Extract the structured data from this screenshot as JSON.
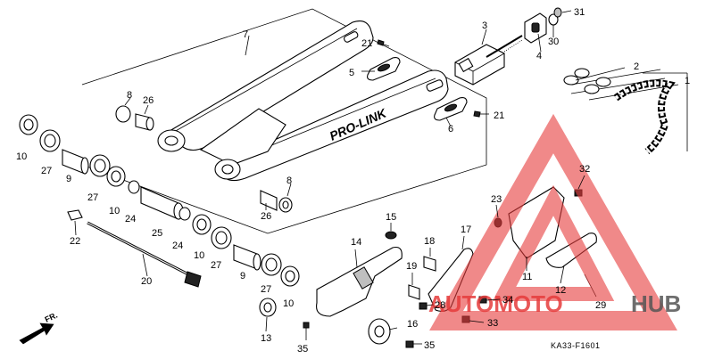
{
  "diagram": {
    "frame_label": "PRO-LINK",
    "drawing_code": "KA33-F1601",
    "front_marker": "FR.",
    "callouts": [
      {
        "id": "c1",
        "text": "1"
      },
      {
        "id": "c2",
        "text": "2"
      },
      {
        "id": "c3",
        "text": "3"
      },
      {
        "id": "c4",
        "text": "4"
      },
      {
        "id": "c5",
        "text": "5"
      },
      {
        "id": "c6",
        "text": "6"
      },
      {
        "id": "c7",
        "text": "7"
      },
      {
        "id": "c8a",
        "text": "8"
      },
      {
        "id": "c8b",
        "text": "8"
      },
      {
        "id": "c9a",
        "text": "9"
      },
      {
        "id": "c9b",
        "text": "9"
      },
      {
        "id": "c10a",
        "text": "10"
      },
      {
        "id": "c10b",
        "text": "10"
      },
      {
        "id": "c10c",
        "text": "10"
      },
      {
        "id": "c10d",
        "text": "10"
      },
      {
        "id": "c11",
        "text": "11"
      },
      {
        "id": "c12",
        "text": "12"
      },
      {
        "id": "c13",
        "text": "13"
      },
      {
        "id": "c14",
        "text": "14"
      },
      {
        "id": "c15",
        "text": "15"
      },
      {
        "id": "c16",
        "text": "16"
      },
      {
        "id": "c17",
        "text": "17"
      },
      {
        "id": "c18",
        "text": "18"
      },
      {
        "id": "c19",
        "text": "19"
      },
      {
        "id": "c20",
        "text": "20"
      },
      {
        "id": "c21a",
        "text": "21"
      },
      {
        "id": "c21b",
        "text": "21"
      },
      {
        "id": "c22",
        "text": "22"
      },
      {
        "id": "c23",
        "text": "23"
      },
      {
        "id": "c24a",
        "text": "24"
      },
      {
        "id": "c24b",
        "text": "24"
      },
      {
        "id": "c25",
        "text": "25"
      },
      {
        "id": "c26a",
        "text": "26"
      },
      {
        "id": "c26b",
        "text": "26"
      },
      {
        "id": "c27a",
        "text": "27"
      },
      {
        "id": "c27b",
        "text": "27"
      },
      {
        "id": "c27c",
        "text": "27"
      },
      {
        "id": "c27d",
        "text": "27"
      },
      {
        "id": "c28",
        "text": "28"
      },
      {
        "id": "c29",
        "text": "29"
      },
      {
        "id": "c30",
        "text": "30"
      },
      {
        "id": "c31",
        "text": "31"
      },
      {
        "id": "c32",
        "text": "32"
      },
      {
        "id": "c33",
        "text": "33"
      },
      {
        "id": "c34",
        "text": "34"
      },
      {
        "id": "c35a",
        "text": "35"
      },
      {
        "id": "c35b",
        "text": "35"
      }
    ]
  },
  "watermark": {
    "part1": "AUTOMOTO",
    "part2": "HUB",
    "color_red": "#e63b3b",
    "color_gray": "#555555"
  }
}
